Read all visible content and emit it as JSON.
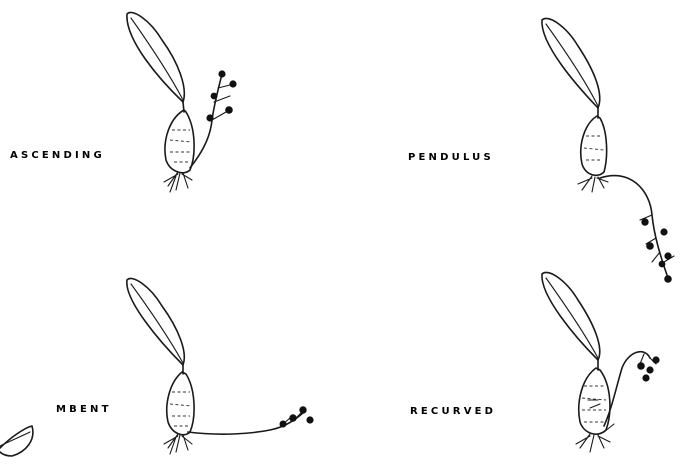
{
  "labels": {
    "ascending": "ASCENDING",
    "pendulus": "PENDULUS",
    "mbent": "MBENT",
    "recurved": "RECURVED"
  },
  "icons": [
    "plant-ascending-icon",
    "plant-pendulus-icon",
    "plant-mbent-icon",
    "plant-recurved-icon",
    "partial-leaf-icon"
  ],
  "colors": {
    "ink": "#1a1a1a",
    "background": "#ffffff"
  }
}
